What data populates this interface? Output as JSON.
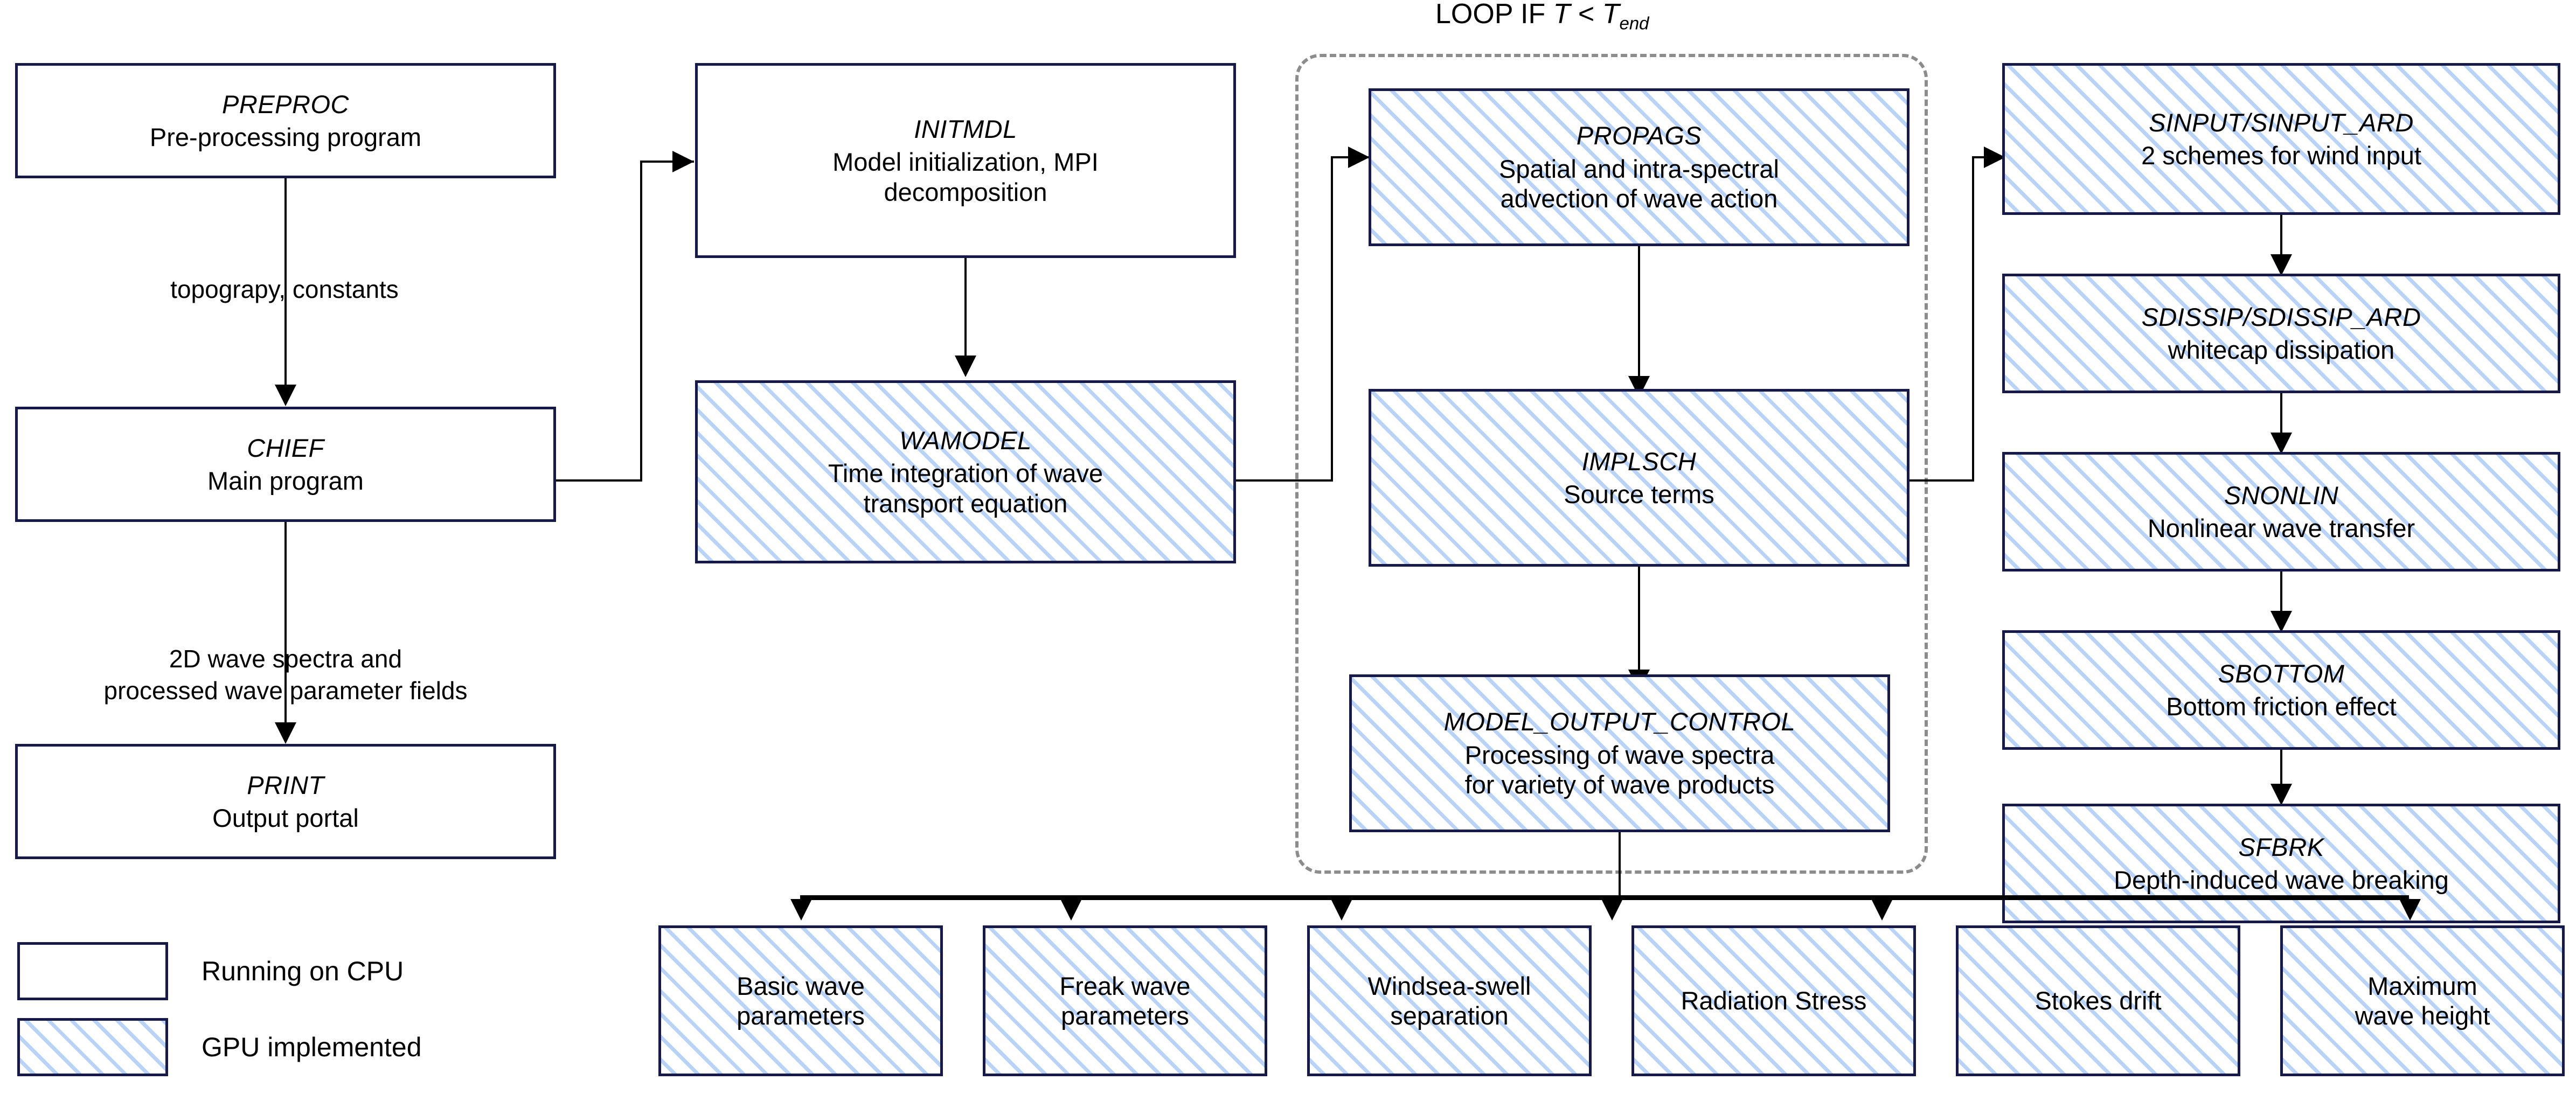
{
  "diagram": {
    "title_loop": {
      "prefix": "LOOP IF ",
      "var1": "T",
      "operator": " < ",
      "var2": "T",
      "subscript": "end"
    },
    "boxes": {
      "preproc": {
        "code": "PREPROC",
        "desc": "Pre-processing program",
        "mode": "cpu"
      },
      "chief": {
        "code": "CHIEF",
        "desc": "Main program",
        "mode": "cpu"
      },
      "print": {
        "code": "PRINT",
        "desc": "Output portal",
        "mode": "cpu"
      },
      "initmdl": {
        "code": "INITMDL",
        "desc_l1": "Model initialization, MPI",
        "desc_l2": "decomposition",
        "mode": "cpu"
      },
      "wamodel": {
        "code": "WAMODEL",
        "desc_l1": "Time integration of wave",
        "desc_l2": "transport equation",
        "mode": "gpu"
      },
      "propags": {
        "code": "PROPAGS",
        "desc_l1": "Spatial and intra-spectral",
        "desc_l2": "advection of wave action",
        "mode": "gpu"
      },
      "implsch": {
        "code": "IMPLSCH",
        "desc": "Source terms",
        "mode": "gpu"
      },
      "model_output_control": {
        "code": "MODEL_OUTPUT_CONTROL",
        "desc_l1": "Processing of wave spectra",
        "desc_l2": "for variety of wave products",
        "mode": "gpu"
      },
      "sinput": {
        "code": "SINPUT/SINPUT_ARD",
        "desc": "2 schemes for wind input",
        "mode": "gpu"
      },
      "sdissip": {
        "code": "SDISSIP/SDISSIP_ARD",
        "desc": "whitecap dissipation",
        "mode": "gpu"
      },
      "snonlin": {
        "code": "SNONLIN",
        "desc": "Nonlinear wave transfer",
        "mode": "gpu"
      },
      "sbottom": {
        "code": "SBOTTOM",
        "desc": "Bottom friction effect",
        "mode": "gpu"
      },
      "sfbrk": {
        "code": "SFBRK",
        "desc": "Depth-induced wave breaking",
        "mode": "gpu"
      }
    },
    "products": [
      {
        "l1": "Basic wave",
        "l2": "parameters"
      },
      {
        "l1": "Freak wave",
        "l2": "parameters"
      },
      {
        "l1": "Windsea-swell",
        "l2": "separation"
      },
      {
        "l1": "Radiation Stress",
        "l2": ""
      },
      {
        "l1": "Stokes drift",
        "l2": ""
      },
      {
        "l1": "Maximum",
        "l2": "wave height"
      }
    ],
    "edge_labels": {
      "preproc_to_chief": "topograpy, constants",
      "chief_to_print_l1": "2D wave spectra and",
      "chief_to_print_l2": "processed wave parameter fields"
    },
    "legend": [
      {
        "label": "Running on CPU",
        "mode": "cpu"
      },
      {
        "label": "GPU implemented",
        "mode": "gpu"
      }
    ],
    "colors": {
      "box_border": "#17194a",
      "hatch": "#b9d2f7",
      "loop_border": "#8c8c8c",
      "connector": "#000000"
    }
  }
}
